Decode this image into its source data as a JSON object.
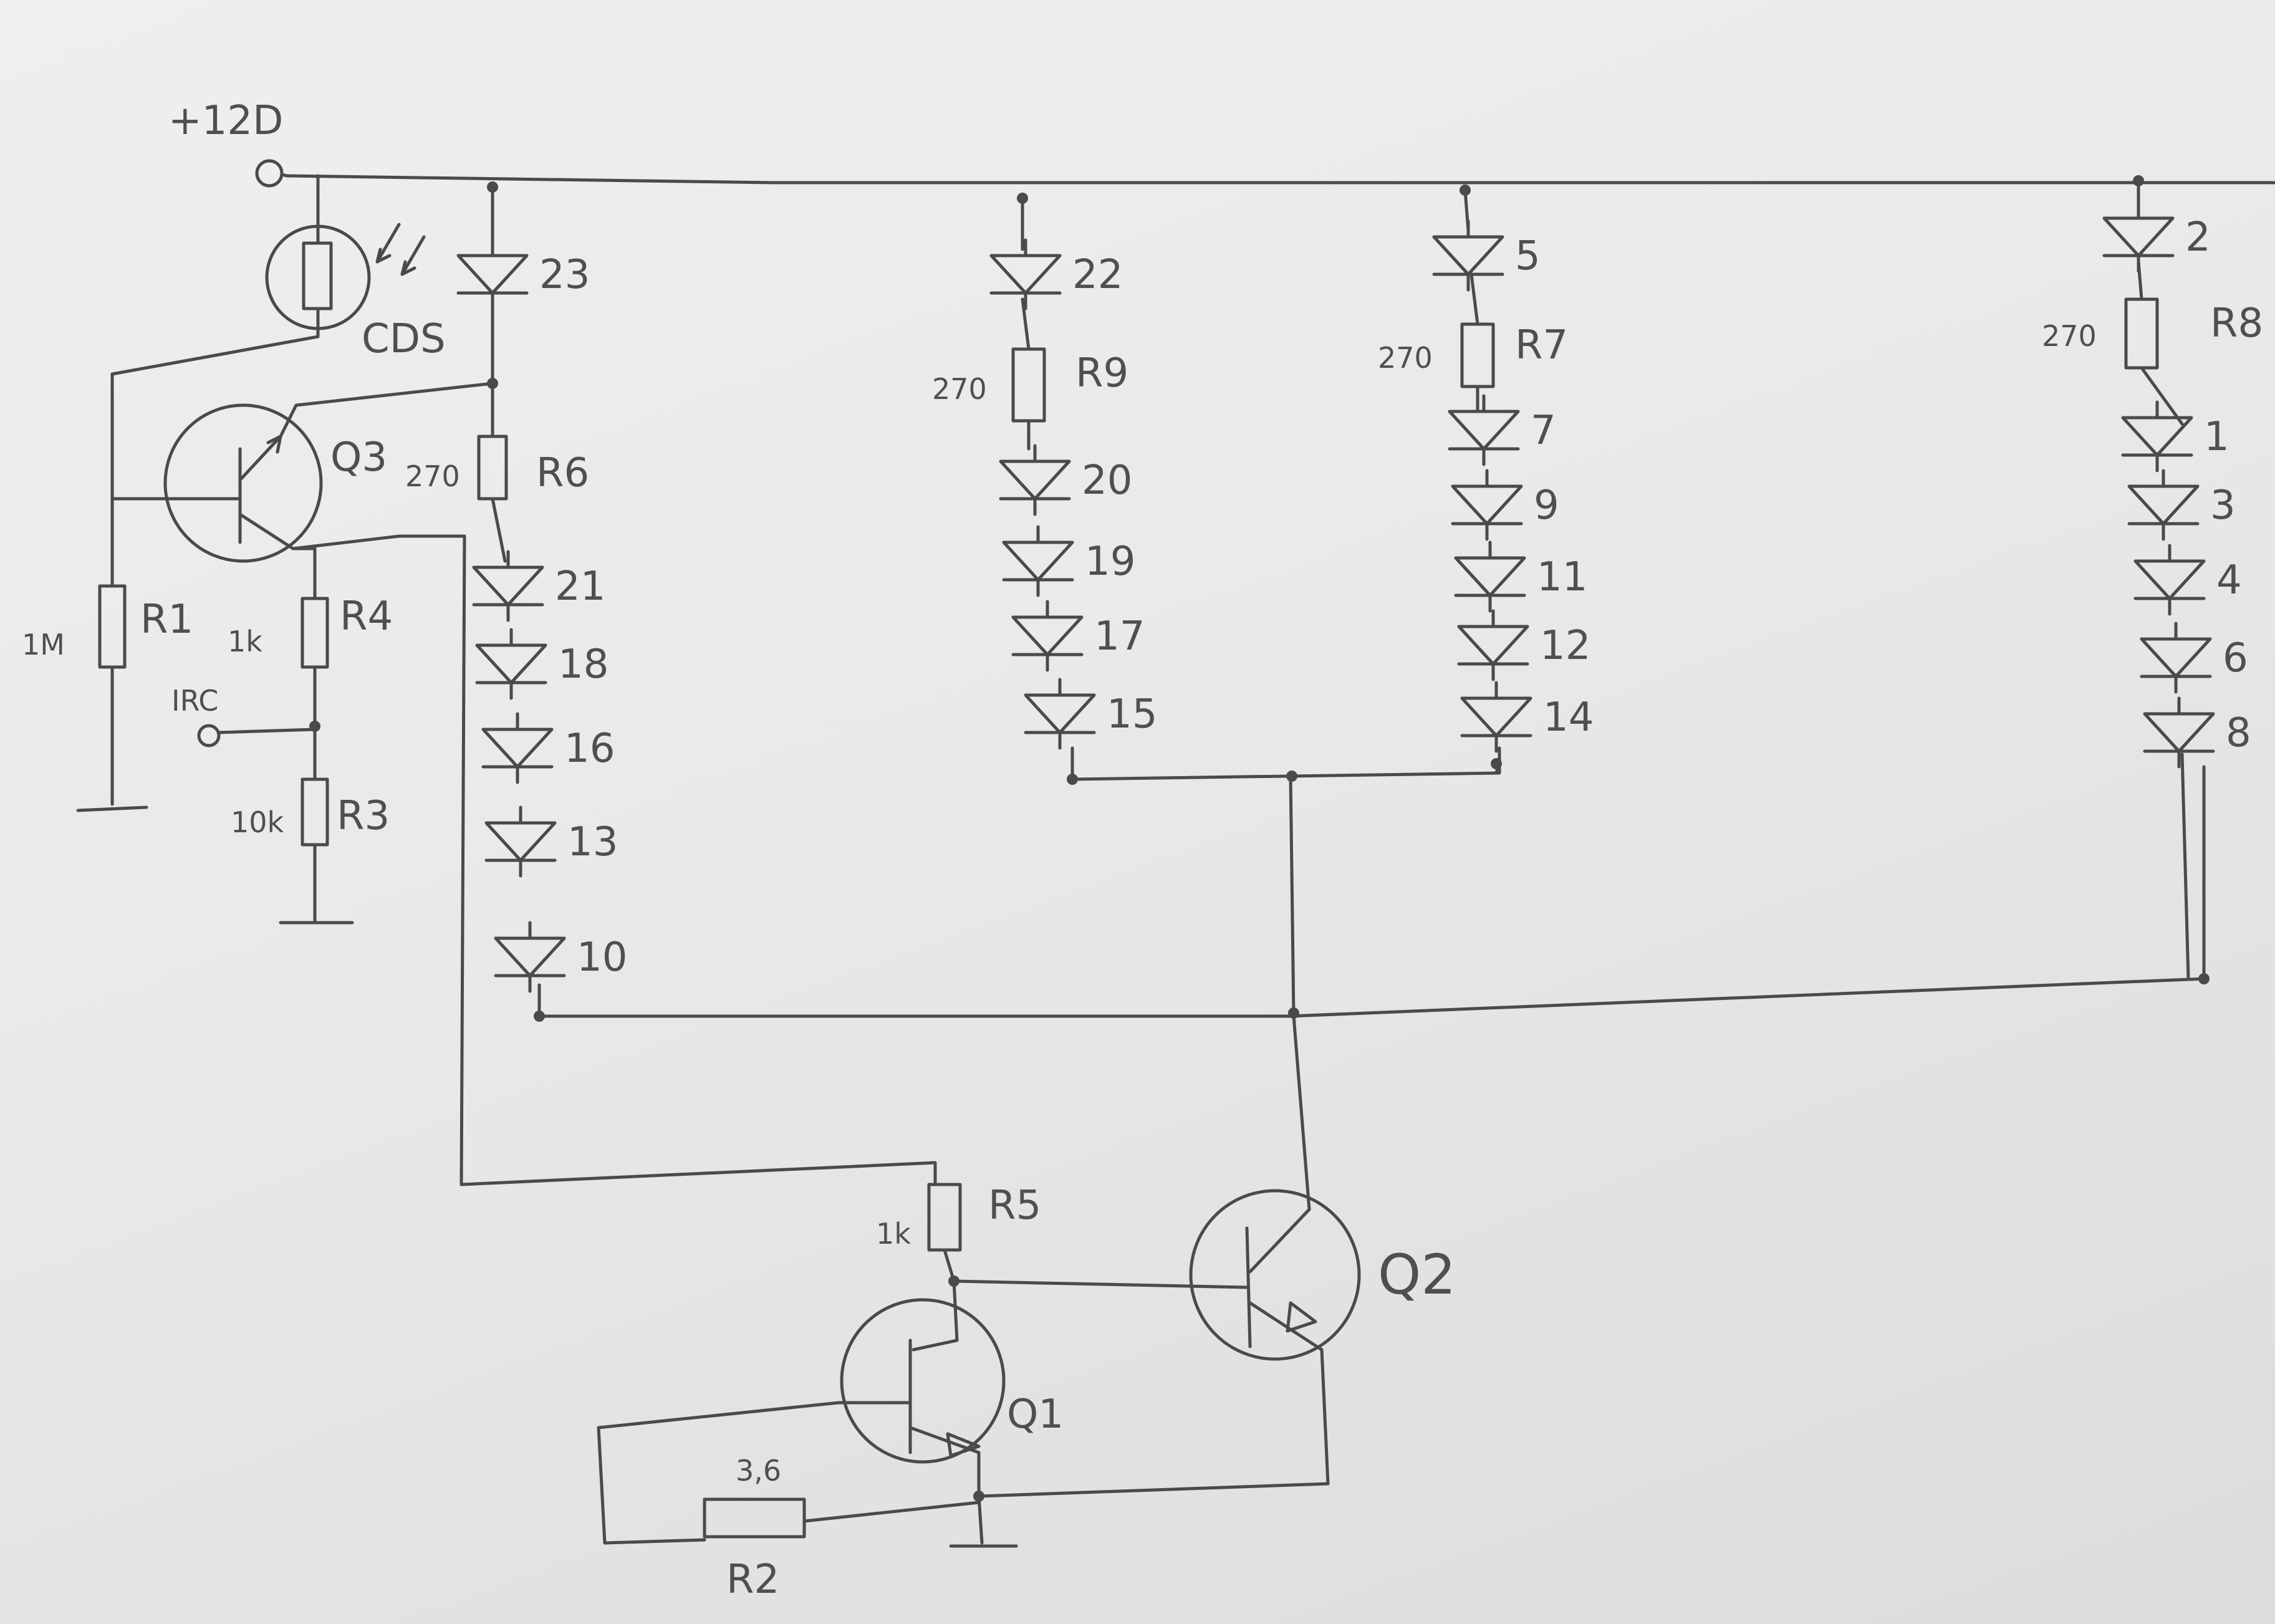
{
  "supply": {
    "label": "+12D"
  },
  "photoresistor": {
    "label": "CDS"
  },
  "transistors": {
    "q1": "Q1",
    "q2": "Q2",
    "q3": "Q3"
  },
  "resistors": {
    "r1": {
      "name": "R1",
      "value": "1M"
    },
    "r2": {
      "name": "R2",
      "value": "3,6"
    },
    "r3": {
      "name": "R3",
      "value": "10k"
    },
    "r4": {
      "name": "R4",
      "value": "1k"
    },
    "r5": {
      "name": "R5",
      "value": "1k"
    },
    "r6": {
      "name": "R6",
      "value": "270"
    },
    "r7": {
      "name": "R7",
      "value": "270"
    },
    "r8": {
      "name": "R8",
      "value": "270"
    },
    "r9": {
      "name": "R9",
      "value": "270"
    }
  },
  "input": {
    "label": "IRC"
  },
  "leds": {
    "col1": [
      "23",
      "21",
      "18",
      "16",
      "13",
      "10"
    ],
    "col2": [
      "22",
      "20",
      "19",
      "17",
      "15"
    ],
    "col3": [
      "5",
      "7",
      "9",
      "11",
      "12",
      "14"
    ],
    "col4": [
      "2",
      "1",
      "3",
      "4",
      "6",
      "8"
    ]
  }
}
